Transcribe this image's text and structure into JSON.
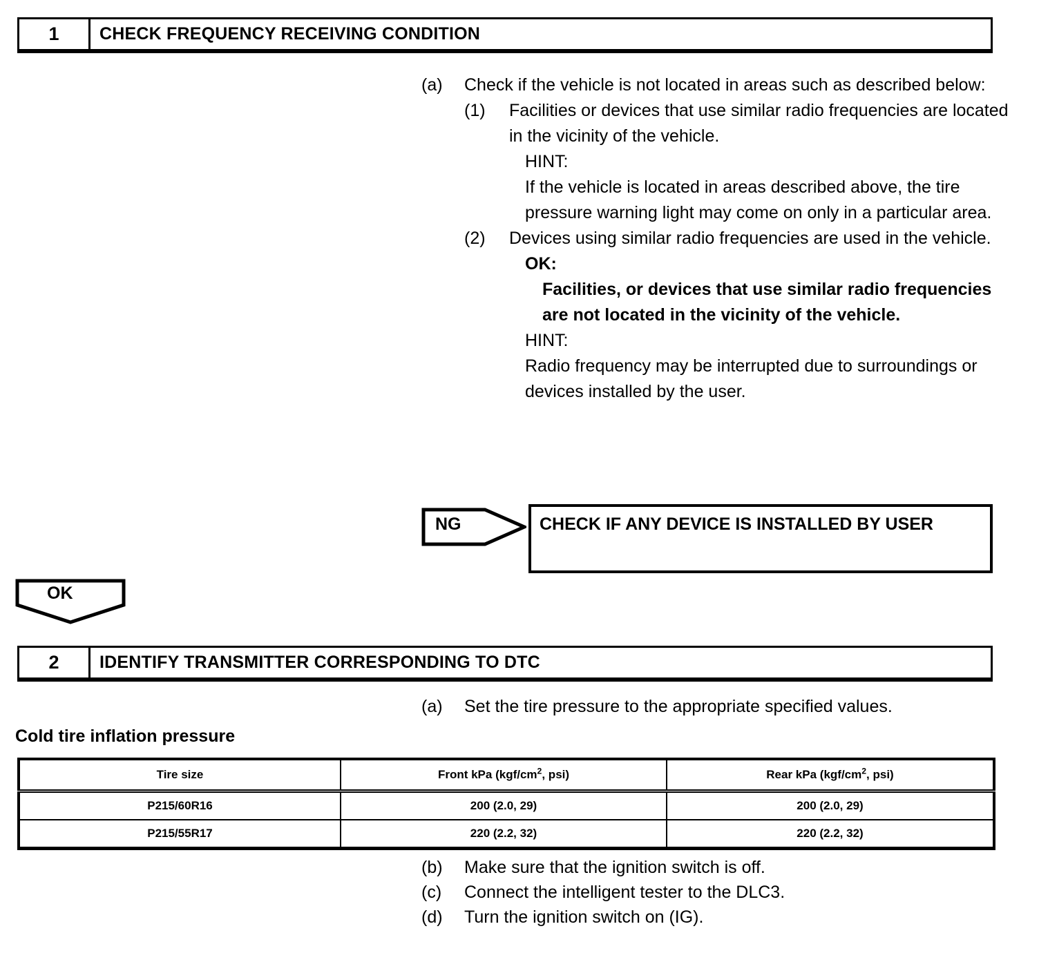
{
  "step1": {
    "number": "1",
    "title": "CHECK FREQUENCY RECEIVING CONDITION",
    "item_a_marker": "(a)",
    "item_a_text": "Check if the vehicle is not located in areas such as described below:",
    "sub1_marker": "(1)",
    "sub1_text": "Facilities or devices that use similar radio frequencies are located in the vicinity of the vehicle.",
    "sub1_hint_label": "HINT:",
    "sub1_hint_text": "If the vehicle is located in areas described above, the tire pressure warning light may come on only in a particular area.",
    "sub2_marker": "(2)",
    "sub2_text": "Devices using similar radio frequencies are used in the vehicle.",
    "ok_label": "OK:",
    "ok_text": "Facilities, or devices that use similar radio frequencies are not located in the vicinity of the vehicle.",
    "sub2_hint_label": "HINT:",
    "sub2_hint_text": "Radio frequency may be interrupted due to surroundings or devices installed by the user."
  },
  "flow": {
    "ng_label": "NG",
    "ng_result": "CHECK IF ANY DEVICE IS INSTALLED BY USER",
    "ok_label": "OK"
  },
  "step2": {
    "number": "2",
    "title": "IDENTIFY TRANSMITTER CORRESPONDING TO DTC",
    "item_a_marker": "(a)",
    "item_a_text": "Set the tire pressure to the appropriate specified values.",
    "item_b_marker": "(b)",
    "item_b_text": "Make sure that the ignition switch is off.",
    "item_c_marker": "(c)",
    "item_c_text": "Connect the intelligent tester to the DLC3.",
    "item_d_marker": "(d)",
    "item_d_text": "Turn the ignition switch on (IG)."
  },
  "spec_table": {
    "caption": "Cold tire inflation pressure",
    "headers": [
      {
        "pre": "Tire size",
        "sup": "",
        "post": ""
      },
      {
        "pre": "Front kPa (kgf/cm",
        "sup": "2",
        "post": ", psi)"
      },
      {
        "pre": "Rear kPa (kgf/cm",
        "sup": "2",
        "post": ", psi)"
      }
    ],
    "rows": [
      [
        "P215/60R16",
        "200 (2.0, 29)",
        "200 (2.0, 29)"
      ],
      [
        "P215/55R17",
        "220 (2.2, 32)",
        "220 (2.2, 32)"
      ]
    ]
  }
}
